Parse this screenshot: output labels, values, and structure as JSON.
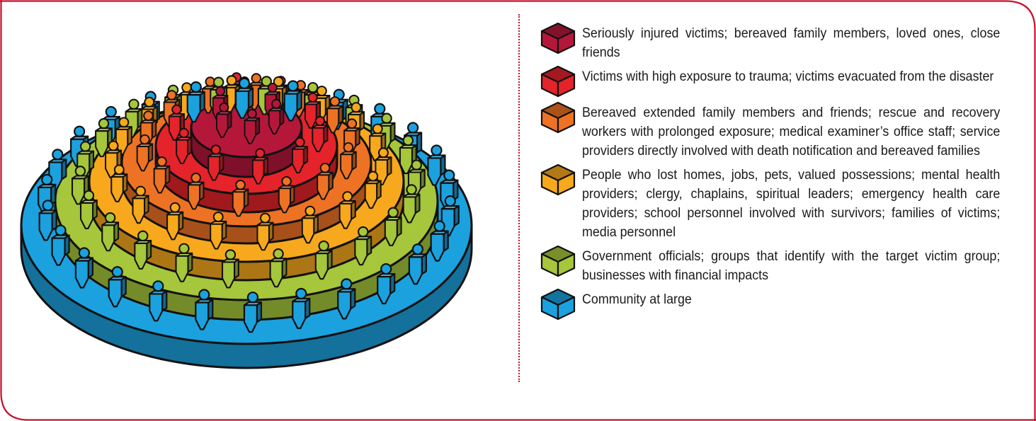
{
  "colors": {
    "frame": "#c8102e",
    "ring_seriously_injured": "#b5173a",
    "ring_high_exposure": "#e4232a",
    "ring_extended_family": "#ee7223",
    "ring_lost_homes": "#f7a81c",
    "ring_government": "#a6c63b",
    "ring_community": "#1ba1de"
  },
  "legend": {
    "items": [
      {
        "key": "seriously_injured",
        "color": "#b5173a",
        "label": "Seriously injured victims; bereaved family members, loved ones, close friends"
      },
      {
        "key": "high_exposure",
        "color": "#e4232a",
        "label": "Victims with high exposure to trauma; victims evacuated from the disaster"
      },
      {
        "key": "extended_family",
        "color": "#ee7223",
        "label": "Bereaved extended family members and friends; rescue and recovery workers with prolonged exposure; medical examiner’s office staff; service providers directly involved with death notification and bereaved families"
      },
      {
        "key": "lost_homes",
        "color": "#f7a81c",
        "label": "People who lost homes, jobs, pets, valued possessions; mental health providers; clergy, chaplains, spiritual leaders; emergency health care providers; school personnel involved with survivors; families of victims; media personnel"
      },
      {
        "key": "government",
        "color": "#a6c63b",
        "label": "Government officials; groups that identify with the target victim group; businesses with financial impacts"
      },
      {
        "key": "community",
        "color": "#1ba1de",
        "label": "Community at large"
      }
    ]
  }
}
